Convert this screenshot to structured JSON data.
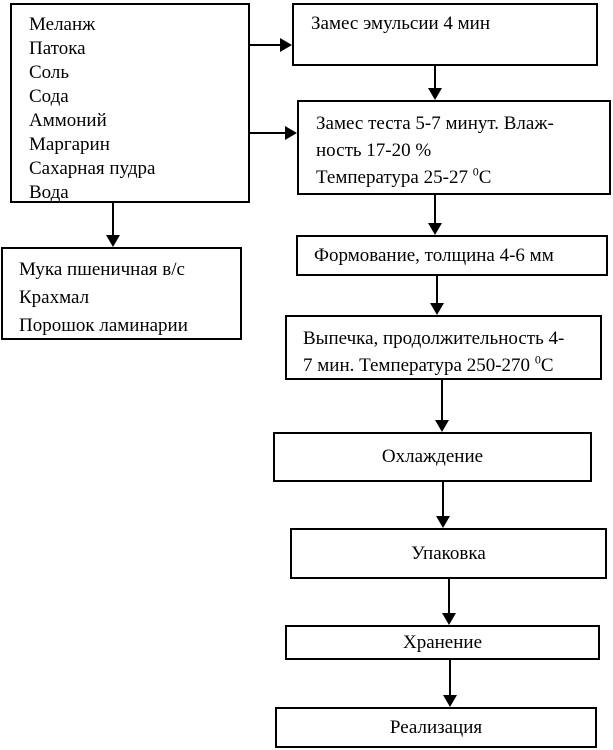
{
  "ingredients_box": {
    "items": [
      "Меланж",
      "Патока",
      "Соль",
      "Сода",
      "Аммоний",
      "Маргарин",
      "Сахарная пудра",
      "Вода"
    ]
  },
  "dry_box": {
    "items": [
      "Мука пшеничная в/с",
      "Крахмал",
      "Порошок ламинарии"
    ]
  },
  "steps": {
    "emulsion": "Замес эмульсии 4 мин",
    "dough": {
      "line1": "Замес теста 5-7 минут. Влаж-",
      "line2": "ность 17-20 %",
      "line3_pre": "Температура 25-27 ",
      "sup": "0",
      "line3_post": "С"
    },
    "forming": "Формование, толщина 4-6 мм",
    "baking": {
      "line1": "Выпечка, продолжительность 4-",
      "line2_pre": "7 мин. Температура 250-270 ",
      "sup": "0",
      "line2_post": "С"
    },
    "cooling": "Охлаждение",
    "packing": "Упаковка",
    "storage": "Хранение",
    "sale": "Реализация"
  },
  "colors": {
    "line": "#000000",
    "background": "#ffffff",
    "text": "#000000"
  }
}
